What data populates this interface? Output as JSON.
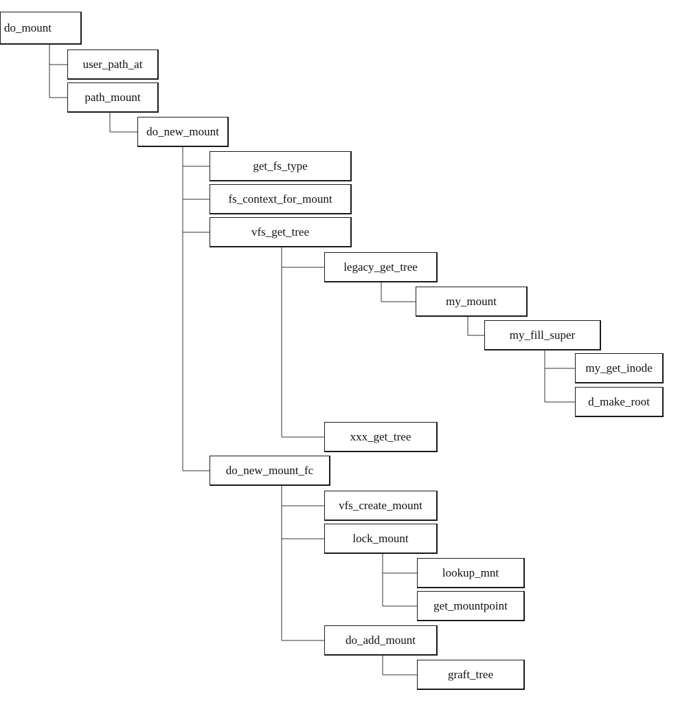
{
  "diagram": {
    "nodes": {
      "do_mount": "do_mount",
      "user_path_at": "user_path_at",
      "path_mount": "path_mount",
      "do_new_mount": "do_new_mount",
      "get_fs_type": "get_fs_type",
      "fs_context_for_mount": "fs_context_for_mount",
      "vfs_get_tree": "vfs_get_tree",
      "legacy_get_tree": "legacy_get_tree",
      "my_mount": "my_mount",
      "my_fill_super": "my_fill_super",
      "my_get_inode": "my_get_inode",
      "d_make_root": "d_make_root",
      "xxx_get_tree": "xxx_get_tree",
      "do_new_mount_fc": "do_new_mount_fc",
      "vfs_create_mount": "vfs_create_mount",
      "lock_mount": "lock_mount",
      "lookup_mnt": "lookup_mnt",
      "get_mountpoint": "get_mountpoint",
      "do_add_mount": "do_add_mount",
      "graft_tree": "graft_tree"
    },
    "edges": [
      [
        "do_mount",
        "user_path_at"
      ],
      [
        "do_mount",
        "path_mount"
      ],
      [
        "path_mount",
        "do_new_mount"
      ],
      [
        "do_new_mount",
        "get_fs_type"
      ],
      [
        "do_new_mount",
        "fs_context_for_mount"
      ],
      [
        "do_new_mount",
        "vfs_get_tree"
      ],
      [
        "do_new_mount",
        "do_new_mount_fc"
      ],
      [
        "vfs_get_tree",
        "legacy_get_tree"
      ],
      [
        "vfs_get_tree",
        "xxx_get_tree"
      ],
      [
        "legacy_get_tree",
        "my_mount"
      ],
      [
        "my_mount",
        "my_fill_super"
      ],
      [
        "my_fill_super",
        "my_get_inode"
      ],
      [
        "my_fill_super",
        "d_make_root"
      ],
      [
        "do_new_mount_fc",
        "vfs_create_mount"
      ],
      [
        "do_new_mount_fc",
        "lock_mount"
      ],
      [
        "do_new_mount_fc",
        "do_add_mount"
      ],
      [
        "lock_mount",
        "lookup_mnt"
      ],
      [
        "lock_mount",
        "get_mountpoint"
      ],
      [
        "do_add_mount",
        "graft_tree"
      ]
    ]
  }
}
